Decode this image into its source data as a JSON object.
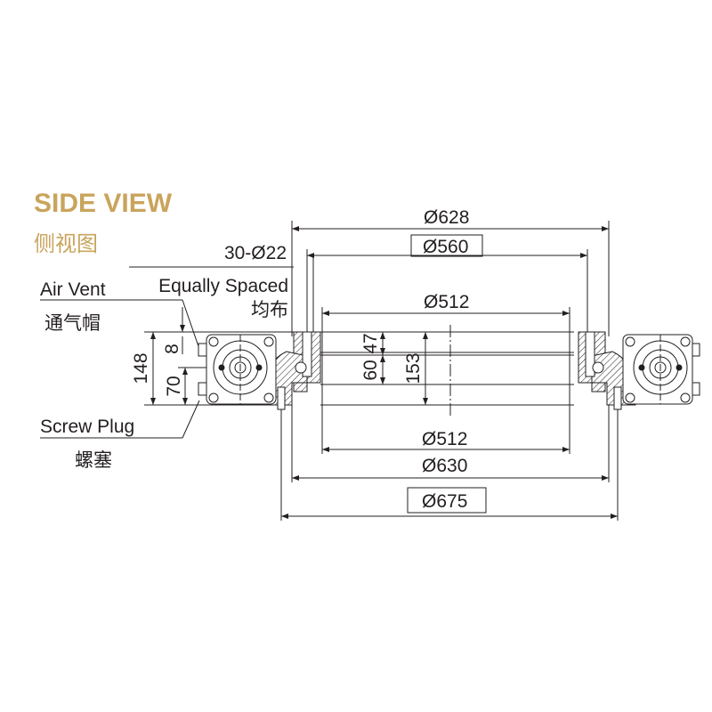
{
  "title": "SIDE VIEW",
  "title_cn": "侧视图",
  "colors": {
    "title": "#c9a45c",
    "line": "#231f20"
  },
  "labels": {
    "holes": "30-Ø22",
    "equally_spaced": "Equally Spaced",
    "equally_spaced_cn": "均布",
    "air_vent": "Air Vent",
    "air_vent_cn": "通气帽",
    "screw_plug": "Screw Plug",
    "screw_plug_cn": "螺塞"
  },
  "dimensions": {
    "d628": "Ø628",
    "d560": "Ø560",
    "d512_top": "Ø512",
    "d512_bottom": "Ø512",
    "d630": "Ø630",
    "d675": "Ø675",
    "h148": "148",
    "h8": "8",
    "h70": "70",
    "h47": "47",
    "h60": "60",
    "h153": "153"
  }
}
